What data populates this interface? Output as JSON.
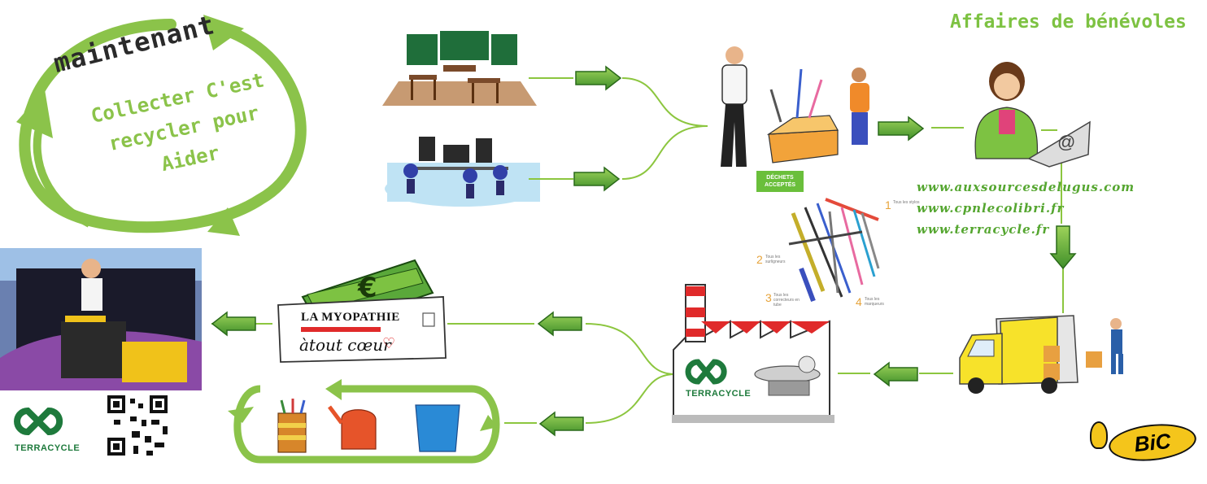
{
  "slogan": {
    "line1": "maintenant",
    "line2": "Collecter  C'est",
    "line3": "recycler pour",
    "line4": "Aider"
  },
  "volunteer_title": "Affaires de bénévoles",
  "links": [
    "www.auxsourcesdelugus.com",
    "www.cpnlecolibri.fr",
    "www.terracycle.fr"
  ],
  "box_badge": [
    "DÉCHETS",
    "ACCEPTÉS"
  ],
  "charity": {
    "name": "LA MYOPATHIE",
    "tagline": "àtout cœur"
  },
  "terracycle_label": "TERRACYCLE",
  "bic_logo": "BiC",
  "pen_steps": [
    {
      "num": "1",
      "text": "Tous les stylos"
    },
    {
      "num": "2",
      "text": "Tous les surligneurs"
    },
    {
      "num": "3",
      "text": "Tous les correcteurs en tube"
    },
    {
      "num": "4",
      "text": "Tous les marqueurs"
    }
  ],
  "colors": {
    "accent_green": "#7dc242",
    "arrow_green": "#4fa82e",
    "line_green": "#8cc63f",
    "bic_yellow": "#f4c51b"
  }
}
